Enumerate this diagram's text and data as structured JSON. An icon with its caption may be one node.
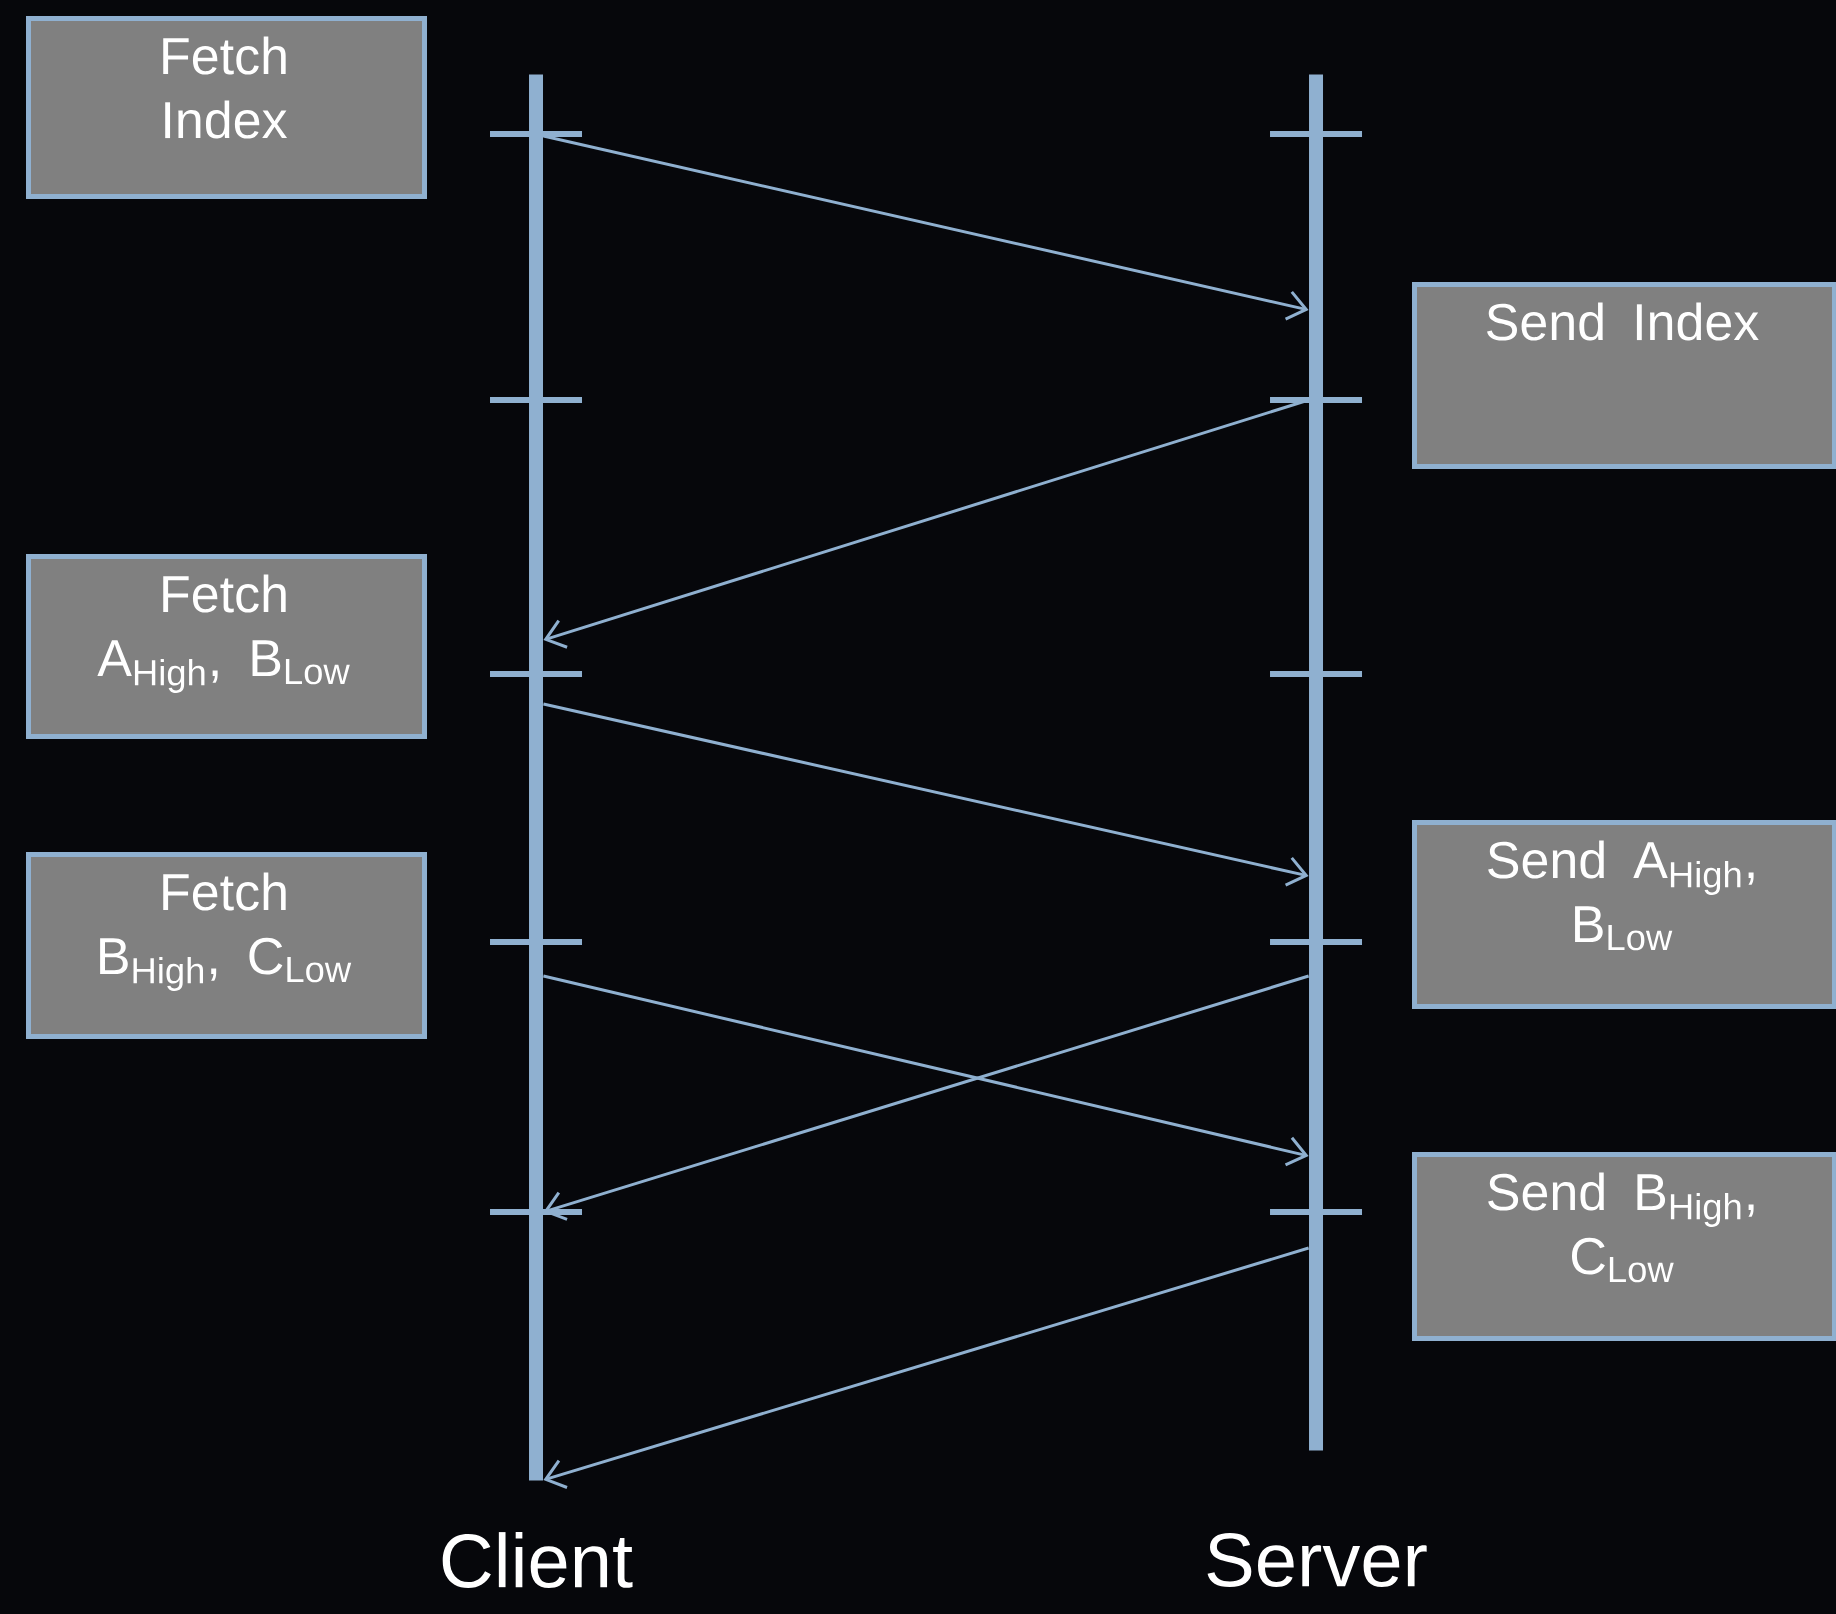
{
  "diagram": {
    "nodes": [
      {
        "text": [
          "Fetch Index"
        ]
      },
      {
        "text": [
          "Send Index"
        ]
      },
      {
        "text": [
          "Fetch A$_{High}$, B$_{Low}$"
        ]
      },
      {
        "text": [
          "Fetch B$_{High}$, C$_{Low}$"
        ]
      },
      {
        "text": [
          "Send A$_{High}$, B$_{Low}$"
        ]
      },
      {
        "text": [
          "Send B$_{High}$, C$_{Low}$"
        ]
      },
      {
        "text": [
          "Client"
        ]
      },
      {
        "text": [
          "Server"
        ]
      }
    ],
    "edges": [
      {
        "from": 6,
        "to": 7,
        "arrow": "to"
      },
      {
        "from": 7,
        "to": 6,
        "arrow": "to"
      },
      {
        "from": 6,
        "to": 7,
        "arrow": "to"
      },
      {
        "from": 6,
        "to": 7,
        "arrow": "to"
      },
      {
        "from": 7,
        "to": 6,
        "arrow": "to"
      },
      {
        "from": 7,
        "to": 6,
        "arrow": "to"
      }
    ]
  }
}
